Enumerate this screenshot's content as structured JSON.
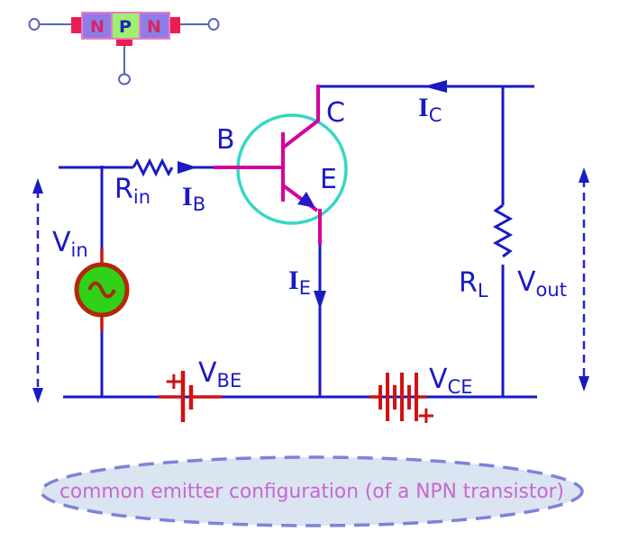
{
  "diagram": {
    "title_caption": "common emitter configuration (of a NPN transistor)",
    "npn_symbol": {
      "left_region": "N",
      "middle_region": "P",
      "right_region": "N"
    },
    "labels": {
      "base": "B",
      "collector": "C",
      "emitter": "E",
      "r_in": {
        "main": "R",
        "sub": "in"
      },
      "i_b": {
        "main": "I",
        "sub": "B"
      },
      "v_in": {
        "main": "V",
        "sub": "in"
      },
      "i_c": {
        "main": "I",
        "sub": "C"
      },
      "i_e": {
        "main": "I",
        "sub": "E"
      },
      "r_l": {
        "main": "R",
        "sub": "L"
      },
      "v_out": {
        "main": "V",
        "sub": "out"
      },
      "v_be": {
        "main": "V",
        "sub": "BE"
      },
      "v_ce": {
        "main": "V",
        "sub": "CE"
      },
      "v_be_polarity": "+",
      "v_ce_polarity": "+"
    },
    "colors": {
      "wire_blue": "#1a1ac4",
      "transistor_magenta": "#d4009e",
      "transistor_circle_teal": "#35d8c2",
      "battery_red": "#d01212",
      "ac_source_green": "#2fd218",
      "ac_source_border": "#b3270a",
      "npn_block_purple": "#8f7ce8",
      "npn_block_green": "#9ef06e",
      "npn_border_pink": "#e87ec0",
      "npn_contact_red": "#ea1c50",
      "npn_n_text": "#d42862",
      "npn_p_text": "#1f24b4",
      "caption_ellipse_fill": "#dbe4f1",
      "caption_ellipse_border": "#7d82da",
      "caption_text": "#c767cf"
    }
  }
}
